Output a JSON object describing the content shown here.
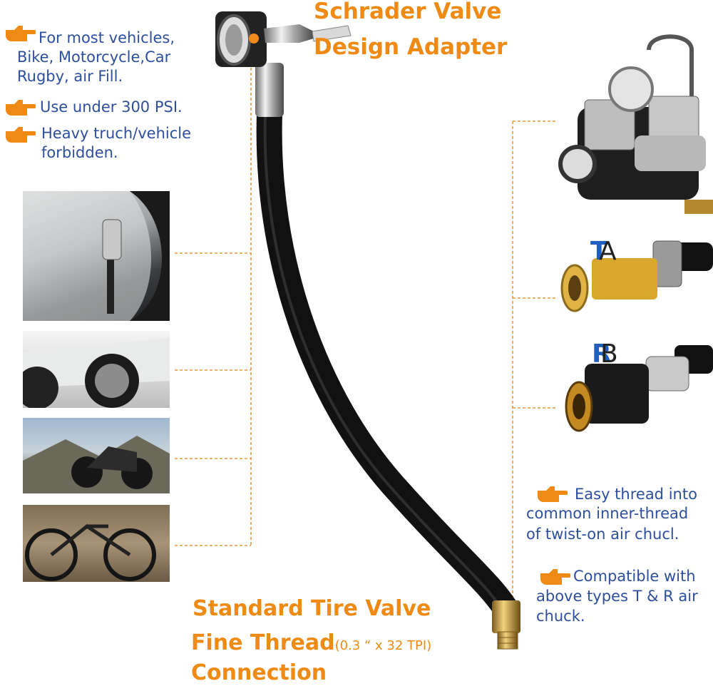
{
  "headings": {
    "top_line1": "Schrader Valve",
    "top_line2": "Design Adapter",
    "bottom_line1": "Standard Tire Valve",
    "bottom_line2": "Fine Thread",
    "bottom_spec": "(0.3 “ x 32 TPI)",
    "bottom_line3": "Connection"
  },
  "left_notes": {
    "n1_line1": "For most vehicles,",
    "n1_line2": "Bike, Motorcycle,Car",
    "n1_line3": "Rugby, air Fill.",
    "n2_line1": "Use under 300 PSI.",
    "n3_line1": "Heavy truch/vehicle",
    "n3_line2": "forbidden."
  },
  "right_notes": {
    "n1_line1": "Easy thread into",
    "n1_line2": "common inner-thread",
    "n1_line3": "of twist-on air chucl.",
    "n2_line1": "Compatible with",
    "n2_line2": "above types T & R air",
    "n2_line3": "chuck."
  },
  "chuck_tags": {
    "t": "T",
    "t_overlay": "A",
    "r": "R",
    "r_overlay": "B"
  },
  "icons": {
    "pointing_hand": "pointing-hand-icon"
  },
  "colors": {
    "accent_orange": "#ef8a14",
    "text_blue": "#2d4f9e",
    "tag_blue": "#1f5fbf",
    "hose_black": "#1b1b1b",
    "brass": "#c9a04a"
  }
}
